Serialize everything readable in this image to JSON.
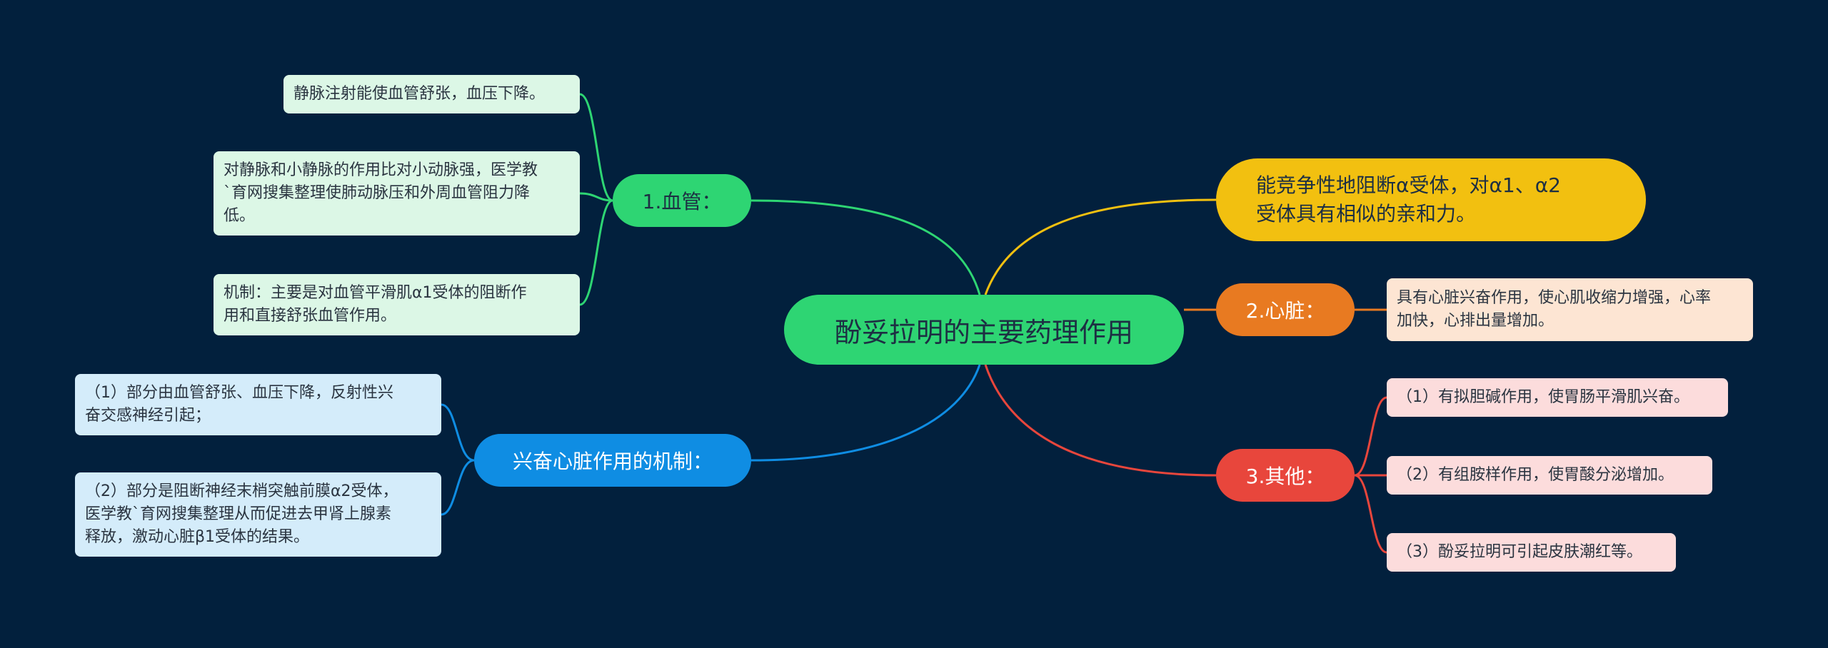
{
  "center": {
    "label": "酚妥拉明的主要药理作用"
  },
  "branches": {
    "vessel": {
      "label": "1.血管：",
      "color": "#2ed573",
      "children": [
        "静脉注射能使血管舒张，血压下降。",
        "对静脉和小静脉的作用比对小动脉强，医学教\n`育网搜集整理使肺动脉压和外周血管阻力降\n低。",
        "机制：主要是对血管平滑肌α1受体的阻断作\n用和直接舒张血管作用。"
      ]
    },
    "excite": {
      "label": "兴奋心脏作用的机制：",
      "color": "#0f8de3",
      "children": [
        "（1）部分由血管舒张、血压下降，反射性兴\n奋交感神经引起；",
        "（2）部分是阻断神经末梢突触前膜α2受体，\n医学教`育网搜集整理从而促进去甲肾上腺素\n释放，激动心脏β1受体的结果。"
      ]
    },
    "alpha": {
      "label": "能竞争性地阻断α受体，对α1、α2\n受体具有相似的亲和力。",
      "color": "#f2c010"
    },
    "heart": {
      "label": "2.心脏：",
      "color": "#e87a21",
      "children": [
        "具有心脏兴奋作用，使心肌收缩力增强，心率\n加快，心排出量增加。"
      ]
    },
    "other": {
      "label": "3.其他：",
      "color": "#e8463c",
      "children": [
        "（1）有拟胆碱作用，使胃肠平滑肌兴奋。",
        "（2）有组胺样作用，使胃酸分泌增加。",
        "（3）酚妥拉明可引起皮肤潮红等。"
      ]
    }
  }
}
